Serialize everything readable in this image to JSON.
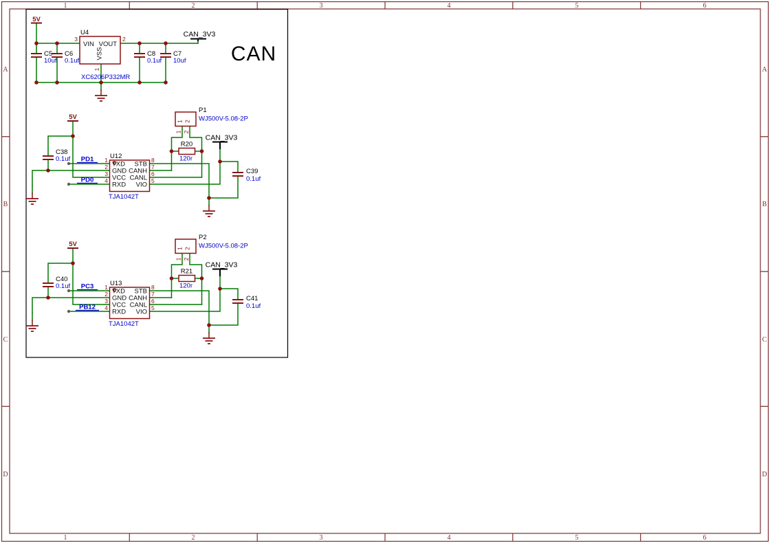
{
  "frame": {
    "columns": [
      "1",
      "2",
      "3",
      "4",
      "5",
      "6"
    ],
    "rows": [
      "A",
      "B",
      "C",
      "D"
    ]
  },
  "sheet": {
    "title": "CAN"
  },
  "colors": {
    "wire": "#007a00",
    "symbol": "#8a1212",
    "value_text": "#0000cc",
    "frame": "#7b2f2f",
    "power_flag": "#7b1414"
  },
  "regulator": {
    "ref": "U4",
    "part": "XC6206P332MR",
    "pin_vin": "VIN",
    "pin_vout": "VOUT",
    "pin_vss": "VSS",
    "num_vin": "3",
    "num_vout": "2",
    "num_vss": "1",
    "power_in": "5V",
    "power_out": "CAN_3V3",
    "caps": [
      {
        "ref": "C5",
        "value": "10uf"
      },
      {
        "ref": "C6",
        "value": "0.1uf"
      },
      {
        "ref": "C8",
        "value": "0.1uf"
      },
      {
        "ref": "C7",
        "value": "10uf"
      }
    ]
  },
  "can1": {
    "power_5v": "5V",
    "power_3v3": "CAN_3V3",
    "ic": {
      "ref": "U12",
      "part": "TJA1042T"
    },
    "pins_left": [
      {
        "num": "1",
        "name": "TXD",
        "net": "PD1"
      },
      {
        "num": "2",
        "name": "GND",
        "net": ""
      },
      {
        "num": "3",
        "name": "VCC",
        "net": ""
      },
      {
        "num": "4",
        "name": "RXD",
        "net": "PD0"
      }
    ],
    "pins_right": [
      {
        "num": "8",
        "name": "STB"
      },
      {
        "num": "7",
        "name": "CANH"
      },
      {
        "num": "6",
        "name": "CANL"
      },
      {
        "num": "5",
        "name": "VIO"
      }
    ],
    "connector": {
      "ref": "P1",
      "part": "WJ500V-5.08-2P",
      "pin1": "1",
      "pin2": "2"
    },
    "resistor": {
      "ref": "R20",
      "value": "120r"
    },
    "cap_bypass": {
      "ref": "C38",
      "value": "0.1uf"
    },
    "cap_vio": {
      "ref": "C39",
      "value": "0.1uf"
    }
  },
  "can2": {
    "power_5v": "5V",
    "power_3v3": "CAN_3V3",
    "ic": {
      "ref": "U13",
      "part": "TJA1042T"
    },
    "pins_left": [
      {
        "num": "1",
        "name": "TXD",
        "net": "PC3"
      },
      {
        "num": "2",
        "name": "GND",
        "net": ""
      },
      {
        "num": "3",
        "name": "VCC",
        "net": ""
      },
      {
        "num": "4",
        "name": "RXD",
        "net": "PB12"
      }
    ],
    "pins_right": [
      {
        "num": "8",
        "name": "STB"
      },
      {
        "num": "7",
        "name": "CANH"
      },
      {
        "num": "6",
        "name": "CANL"
      },
      {
        "num": "5",
        "name": "VIO"
      }
    ],
    "connector": {
      "ref": "P2",
      "part": "WJ500V-5.08-2P",
      "pin1": "1",
      "pin2": "2"
    },
    "resistor": {
      "ref": "R21",
      "value": "120r"
    },
    "cap_bypass": {
      "ref": "C40",
      "value": "0.1uf"
    },
    "cap_vio": {
      "ref": "C41",
      "value": "0.1uf"
    }
  }
}
